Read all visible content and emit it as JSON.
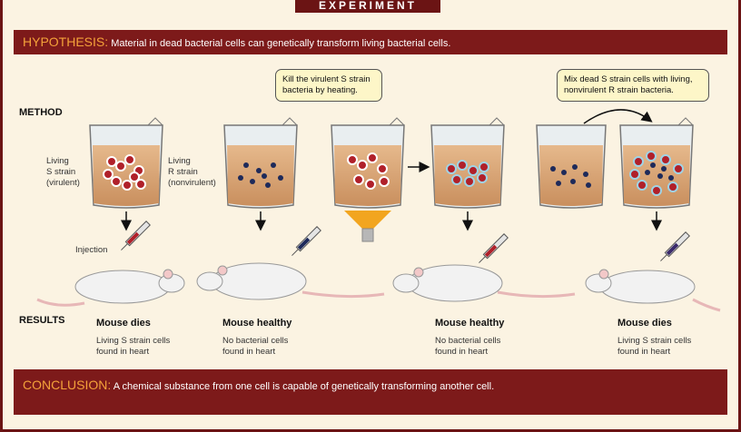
{
  "banner": "EXPERIMENT",
  "hypothesis": {
    "lead": "HYPOTHESIS:",
    "text": "Material in dead bacterial cells can genetically transform living bacterial cells."
  },
  "method_label": "METHOD",
  "results_label": "RESULTS",
  "callouts": {
    "kill": "Kill the virulent S strain bacteria by heating.",
    "mix": "Mix dead S strain cells with living, nonvirulent R strain bacteria."
  },
  "strains": {
    "s": {
      "line1": "Living",
      "line2": "S strain",
      "line3": "(virulent)"
    },
    "r": {
      "line1": "Living",
      "line2": "R strain",
      "line3": "(nonvirulent)"
    }
  },
  "injection_label": "Injection",
  "results": [
    {
      "title": "Mouse dies",
      "line1": "Living S strain cells",
      "line2": "found in heart"
    },
    {
      "title": "Mouse healthy",
      "line1": "No bacterial cells",
      "line2": "found in heart"
    },
    {
      "title": "Mouse healthy",
      "line1": "No bacterial cells",
      "line2": "found in heart"
    },
    {
      "title": "Mouse dies",
      "line1": "Living S strain cells",
      "line2": "found in heart"
    }
  ],
  "conclusion": {
    "lead": "CONCLUSION:",
    "text": "A chemical substance from one cell is capable of genetically transforming another cell."
  },
  "colors": {
    "accent": "#7d1a1a",
    "lead": "#f4a23a",
    "medium": "#d9a57a",
    "s_strain": "#b0202a",
    "r_strain": "#1e2a5a"
  }
}
